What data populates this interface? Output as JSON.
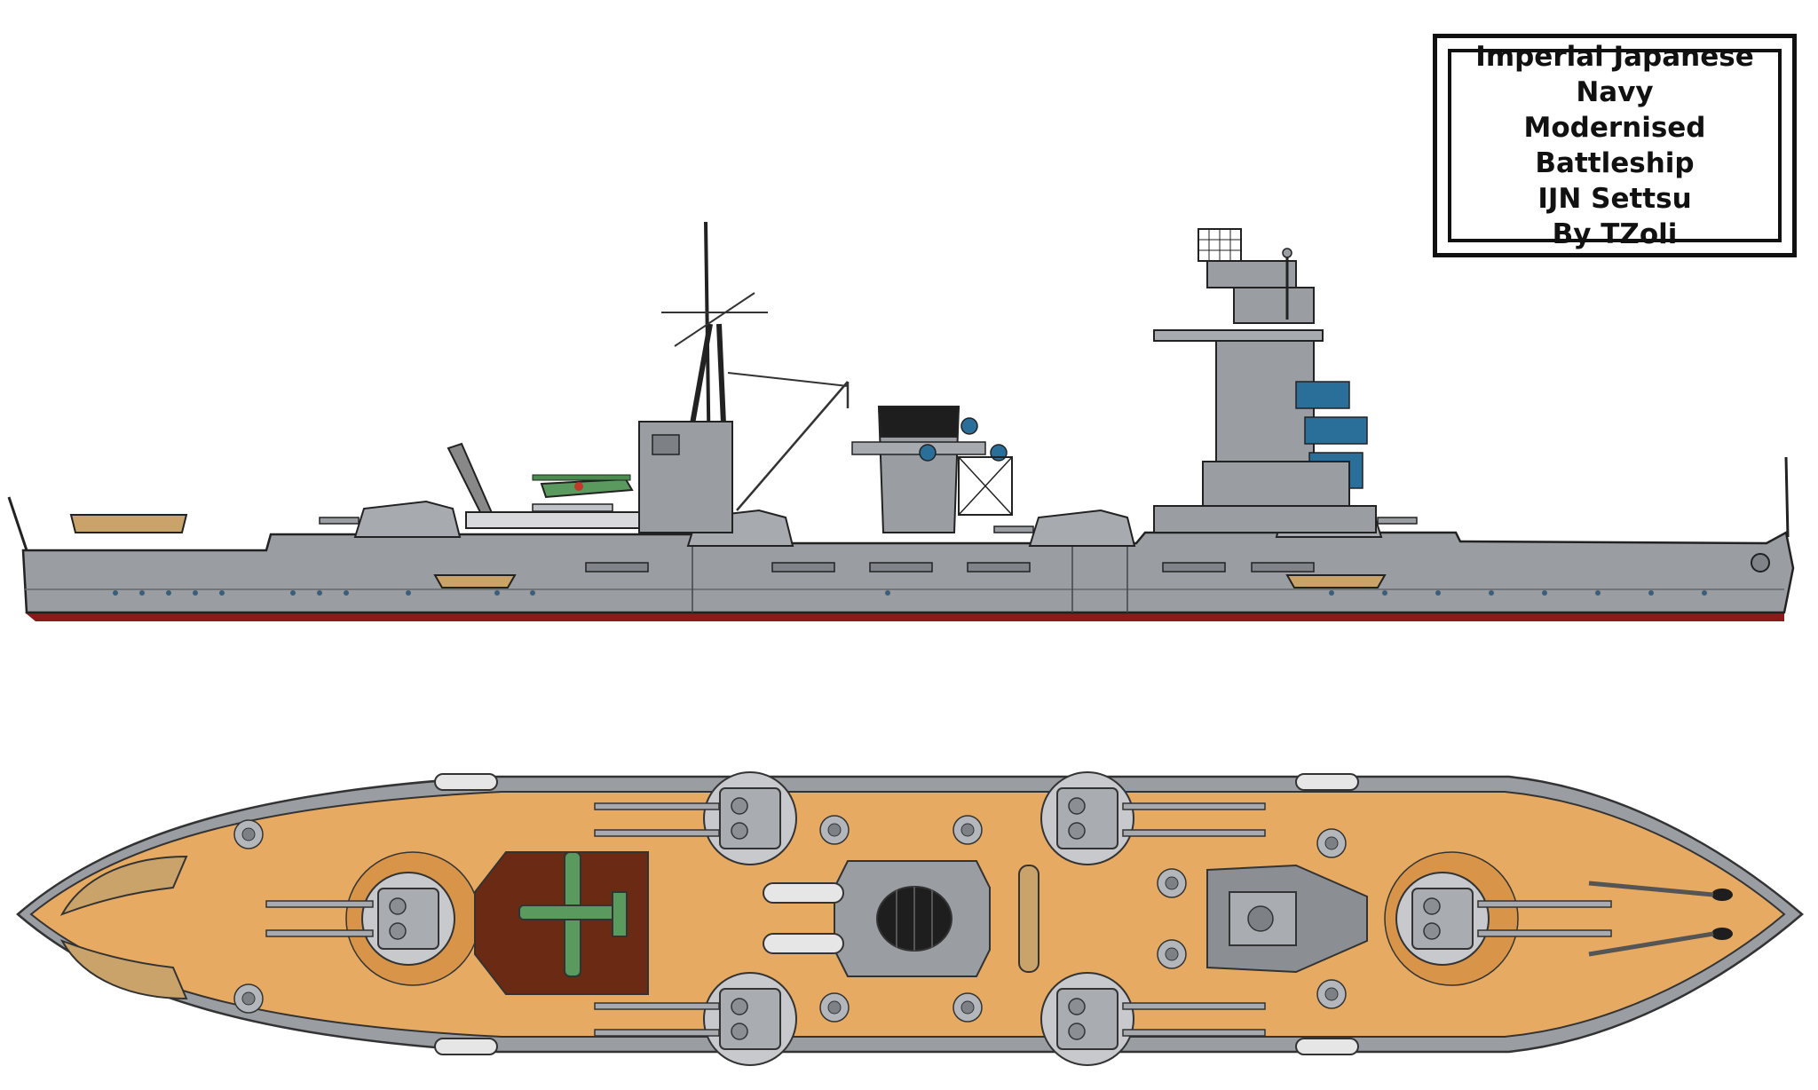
{
  "title_block": {
    "lines": [
      "Imperial Japanese",
      "Navy",
      "Modernised Battleship",
      "IJN Settsu",
      "By TZoli"
    ]
  },
  "views": {
    "profile": "side-profile",
    "plan": "top-plan"
  },
  "colors": {
    "hull_gray": "#9a9ea3",
    "hull_dark": "#7b7f84",
    "boot_red": "#8b1a1a",
    "deck_tan": "#e7aa62",
    "catapult_deck": "#6b2a14",
    "plane_green": "#5a9a5e",
    "window_blue": "#2a6e9a",
    "outline": "#222222"
  }
}
